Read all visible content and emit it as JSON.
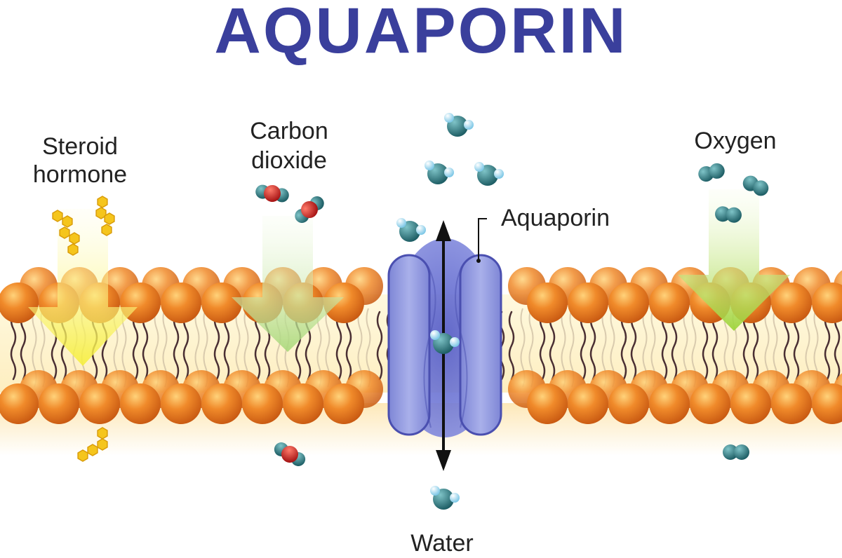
{
  "title": "AQUAPORIN",
  "labels": {
    "steroid": [
      "Steroid",
      "hormone"
    ],
    "co2": [
      "Carbon",
      "dioxide"
    ],
    "oxygen": "Oxygen",
    "aquaporin": "Aquaporin",
    "water": "Water"
  },
  "colors": {
    "title": "#3a3f9c",
    "head": "#e8761c",
    "channel": "#8f97dc",
    "channel_outline": "#4a4fb0",
    "water": "#2f7f85",
    "hydrogen": "#a8dcef",
    "carbon_oxygen_red": "#d22b2b",
    "steroid": "#f2c21a",
    "arrow_yellow": "#f6ef3c",
    "arrow_green": "#8ccc48"
  },
  "icons": [
    "double-headed-arrow-icon",
    "water-molecule-icon",
    "co2-molecule-icon",
    "oxygen-molecule-icon",
    "steroid-molecule-icon"
  ]
}
